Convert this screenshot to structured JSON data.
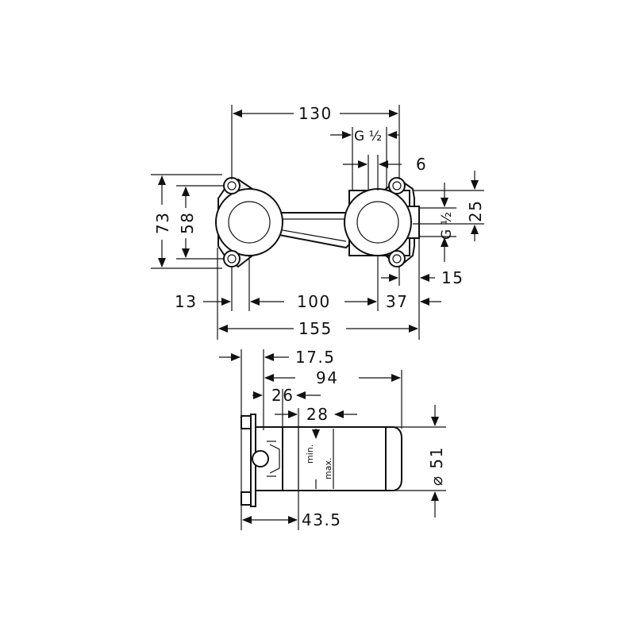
{
  "top_view": {
    "dim_130": "130",
    "dim_g_half_top": "G ½",
    "dim_6": "6",
    "dim_73": "73",
    "dim_58": "58",
    "dim_25": "25",
    "dim_g_half_right": "G ½",
    "dim_15": "15",
    "dim_13": "13",
    "dim_100": "100",
    "dim_37": "37",
    "dim_155": "155"
  },
  "side_view": {
    "dim_17_5": "17.5",
    "dim_94": "94",
    "dim_26": "26",
    "dim_28": "28",
    "dim_51": "⌀ 51",
    "dim_43_5": "43.5",
    "label_min": "min.",
    "label_max": "max."
  }
}
